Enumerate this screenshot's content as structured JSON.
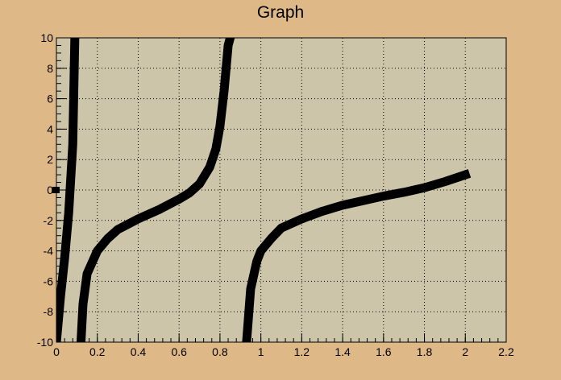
{
  "chart_data": {
    "type": "line",
    "title": "Graph",
    "xlabel": "",
    "ylabel": "",
    "xlim": [
      0,
      2.2
    ],
    "ylim": [
      -10,
      10
    ],
    "grid": true,
    "x_ticks": [
      "0",
      "0.2",
      "0.4",
      "0.6",
      "0.8",
      "1",
      "1.2",
      "1.4",
      "1.6",
      "1.8",
      "2",
      "2.2"
    ],
    "y_ticks": [
      "-10",
      "-8",
      "-6",
      "-4",
      "-2",
      "0",
      "2",
      "4",
      "6",
      "8",
      "10"
    ],
    "series": [
      {
        "segments": [
          {
            "x": [
              0.0,
              0.02,
              0.04,
              0.06,
              0.08,
              0.09
            ],
            "y": [
              -10,
              -7,
              -4.5,
              -1.5,
              3,
              10
            ]
          },
          {
            "x": [
              0.12,
              0.13,
              0.15,
              0.2,
              0.25,
              0.3,
              0.4,
              0.5,
              0.6,
              0.65,
              0.7,
              0.75,
              0.78,
              0.8,
              0.82,
              0.84,
              0.85
            ],
            "y": [
              -10,
              -7.5,
              -5.5,
              -4,
              -3.2,
              -2.6,
              -1.9,
              -1.3,
              -0.6,
              -0.2,
              0.4,
              1.5,
              2.7,
              4.2,
              6.5,
              9.5,
              10
            ]
          },
          {
            "x": [
              0.93,
              0.95,
              0.98,
              1.0,
              1.05,
              1.1,
              1.2,
              1.3,
              1.4,
              1.5,
              1.6,
              1.7,
              1.8,
              1.9,
              2.0
            ],
            "y": [
              -10,
              -6.5,
              -4.7,
              -4,
              -3.2,
              -2.5,
              -1.9,
              -1.4,
              -1.0,
              -0.7,
              -0.4,
              -0.15,
              0.15,
              0.55,
              1.0
            ]
          }
        ]
      }
    ],
    "marker": {
      "x": 0,
      "y": 0
    },
    "colors": {
      "background": "#deb887",
      "plot_area": "#cdc5aa",
      "line": "#000000",
      "grid": "#000000"
    }
  }
}
